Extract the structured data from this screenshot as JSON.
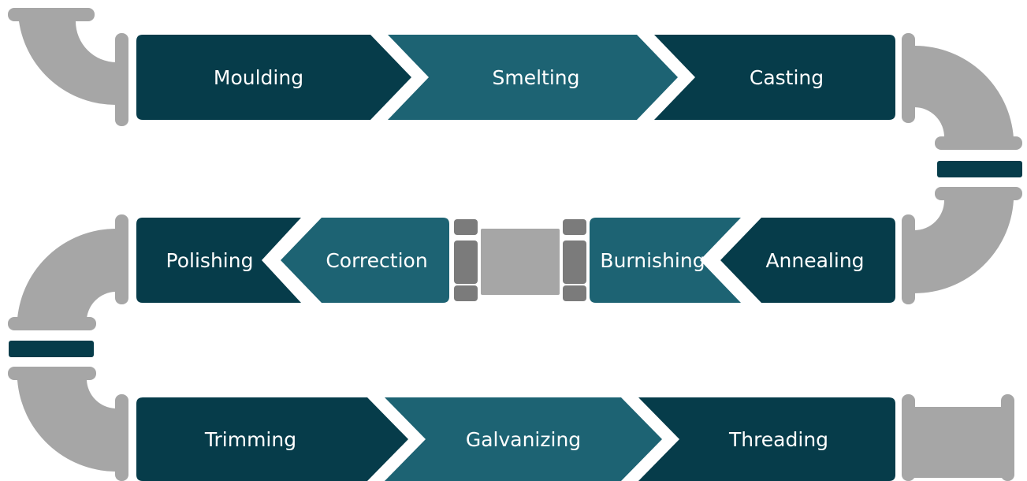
{
  "colors": {
    "dark": "#063c4a",
    "mid": "#1d6373",
    "pipe": "#a6a6a6",
    "pipe_dark": "#7b7b7b",
    "text": "#ffffff"
  },
  "rows": [
    {
      "steps": [
        {
          "label": "Moulding",
          "tone": "dark"
        },
        {
          "label": "Smelting",
          "tone": "mid"
        },
        {
          "label": "Casting",
          "tone": "dark"
        }
      ]
    },
    {
      "steps": [
        {
          "label": "Polishing",
          "tone": "dark"
        },
        {
          "label": "Correction",
          "tone": "mid"
        },
        {
          "label": "Burnishing",
          "tone": "mid"
        },
        {
          "label": "Annealing",
          "tone": "dark"
        }
      ]
    },
    {
      "steps": [
        {
          "label": "Trimming",
          "tone": "dark"
        },
        {
          "label": "Galvanizing",
          "tone": "mid"
        },
        {
          "label": "Threading",
          "tone": "dark"
        }
      ]
    }
  ]
}
